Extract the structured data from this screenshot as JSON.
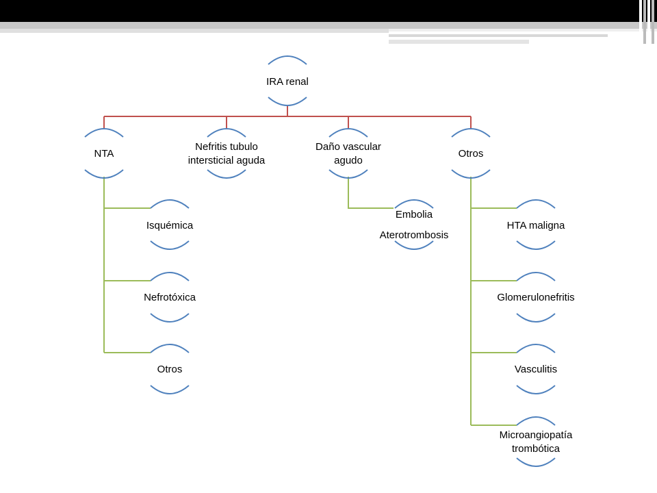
{
  "slide": {
    "root": "IRA renal",
    "nta": {
      "label": "NTA",
      "children": [
        "Isquémica",
        "Nefrotóxica",
        "Otros"
      ]
    },
    "nefritis": {
      "line1": "Nefritis tubulo",
      "line2": "intersticial aguda"
    },
    "dano": {
      "line1": "Daño vascular",
      "line2": "agudo",
      "children": {
        "line1": "Embolia",
        "line2": "Aterotrombosis"
      }
    },
    "otros": {
      "label": "Otros",
      "children": [
        "HTA maligna",
        "Glomerulonefritis",
        "Vasculitis"
      ],
      "micro": {
        "line1": "Microangiopatía",
        "line2": "trombótica"
      }
    }
  },
  "colors": {
    "level1": "#c0504d",
    "level2": "#9bbb59",
    "node": "#4f81bd"
  }
}
